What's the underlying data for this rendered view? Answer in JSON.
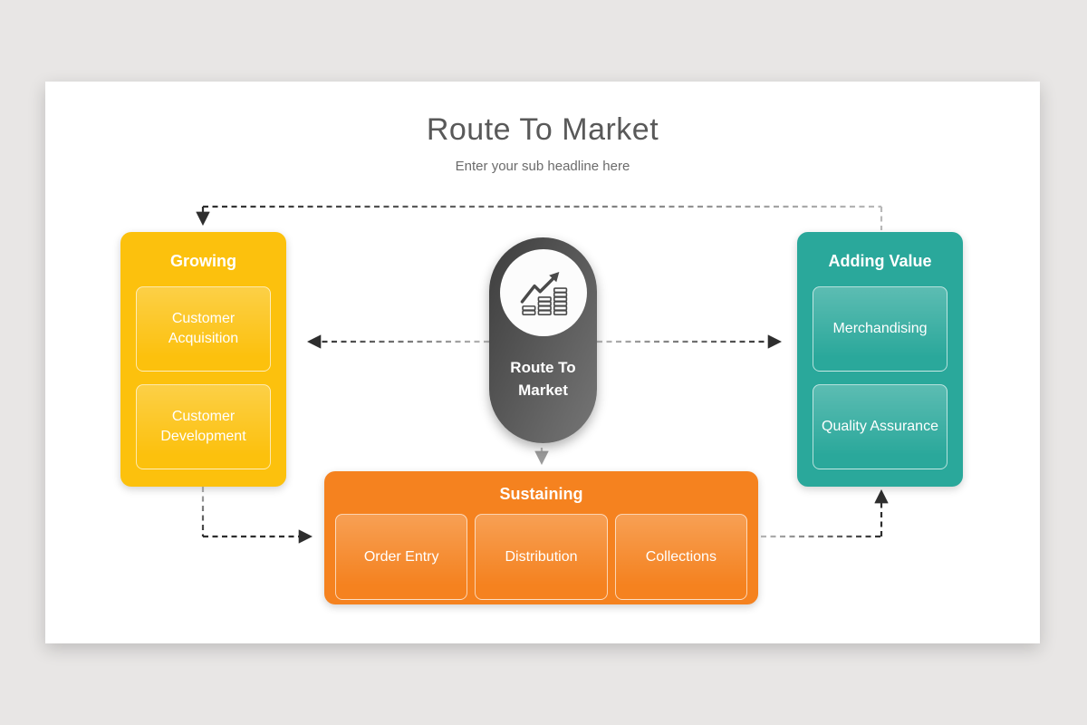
{
  "header": {
    "title": "Route To Market",
    "subtitle": "Enter your sub headline here"
  },
  "center": {
    "icon": "growth-chart-icon",
    "line1": "Route To",
    "line2": "Market"
  },
  "groups": {
    "growing": {
      "title": "Growing",
      "items": [
        "Customer Acquisition",
        "Customer Development"
      ]
    },
    "adding": {
      "title": "Adding Value",
      "items": [
        "Merchandising",
        "Quality Assurance"
      ]
    },
    "sustaining": {
      "title": "Sustaining",
      "items": [
        "Order Entry",
        "Distribution",
        "Collections"
      ]
    }
  },
  "colors": {
    "growing": "#fcc10d",
    "adding": "#2aa89b",
    "sustaining": "#f5821f",
    "pill_dark": "#3d3d3d",
    "pill_light": "#767676",
    "dash_dark": "#2e2e2e",
    "dash_gray": "#b9b9b9",
    "title_text": "#595959",
    "subtitle_text": "#6b6b6b",
    "canvas_bg": "#e8e6e5",
    "slide_bg": "#ffffff",
    "icon_stroke": "#4a4a4a"
  }
}
